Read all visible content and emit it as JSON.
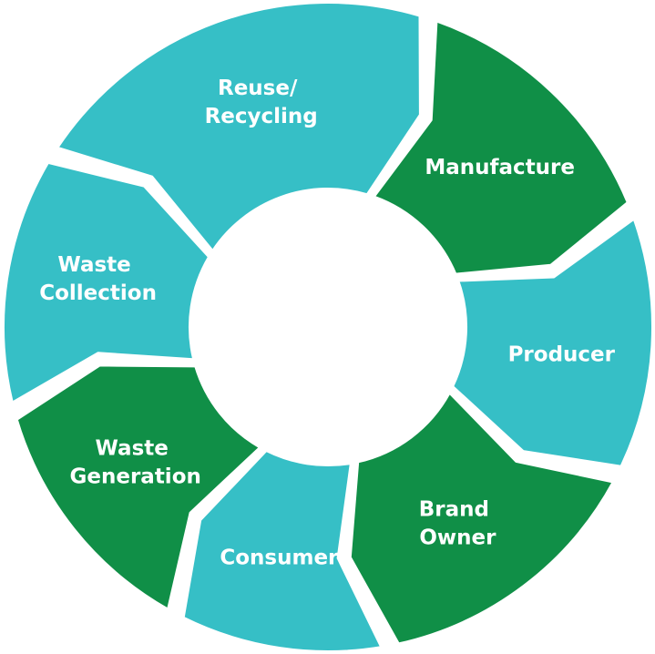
{
  "colors": {
    "teal": "#36BFC6",
    "green": "#108F47",
    "label_text": "#ffffff",
    "background": "#ffffff"
  },
  "segments": [
    {
      "label_lines": [
        "Manufacture"
      ],
      "color": "green"
    },
    {
      "label_lines": [
        "Producer"
      ],
      "color": "teal"
    },
    {
      "label_lines": [
        "Brand",
        "Owner"
      ],
      "color": "green"
    },
    {
      "label_lines": [
        "Consumer"
      ],
      "color": "teal"
    },
    {
      "label_lines": [
        "Waste",
        "Generation"
      ],
      "color": "green"
    },
    {
      "label_lines": [
        "Waste",
        "Collection"
      ],
      "color": "teal"
    },
    {
      "label_lines": [
        "Reuse/",
        "Recycling"
      ],
      "color": "teal"
    }
  ]
}
